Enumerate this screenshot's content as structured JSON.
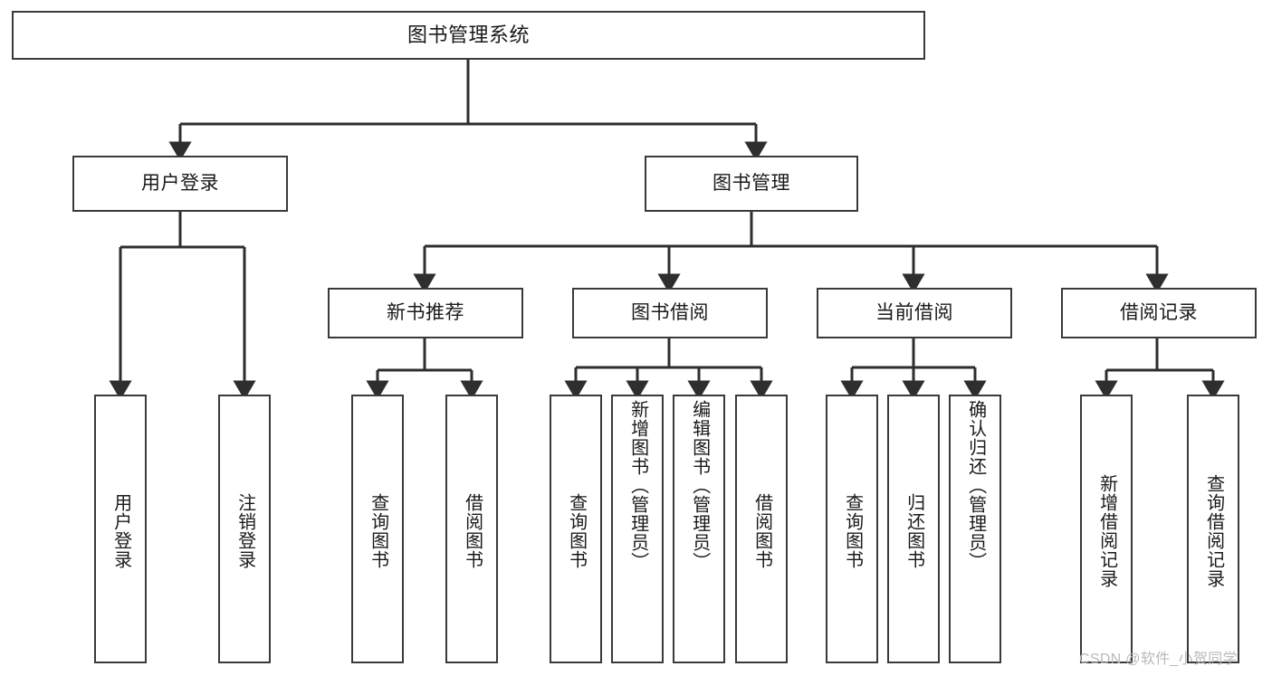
{
  "diagram": {
    "title": "图书管理系统",
    "watermark": "CSDN @软件_小贺同学",
    "style": {
      "border_color": "#3a3a3a",
      "line_color": "#2e2e2e",
      "text_color": "#1a1a1a",
      "background": "#ffffff",
      "watermark_color": "#b9b9b9"
    },
    "nodes": {
      "root": {
        "label": "图书管理系统"
      },
      "level1": [
        {
          "id": "user-login",
          "label": "用户登录"
        },
        {
          "id": "book-manage",
          "label": "图书管理"
        }
      ],
      "level2": [
        {
          "id": "new-book-recommend",
          "label": "新书推荐",
          "parent": "book-manage"
        },
        {
          "id": "book-borrow",
          "label": "图书借阅",
          "parent": "book-manage"
        },
        {
          "id": "current-borrow",
          "label": "当前借阅",
          "parent": "book-manage"
        },
        {
          "id": "borrow-record",
          "label": "借阅记录",
          "parent": "book-manage"
        }
      ],
      "leaves": [
        {
          "id": "leaf-user-login",
          "label": "用户登录",
          "parent": "user-login"
        },
        {
          "id": "leaf-logout-login",
          "label": "注销登录",
          "parent": "user-login"
        },
        {
          "id": "leaf-query-book-1",
          "label": "查询图书",
          "parent": "new-book-recommend"
        },
        {
          "id": "leaf-borrow-book-1",
          "label": "借阅图书",
          "parent": "new-book-recommend"
        },
        {
          "id": "leaf-query-book-2",
          "label": "查询图书",
          "parent": "book-borrow"
        },
        {
          "id": "leaf-add-book",
          "label": "新增图书（管理员）",
          "parent": "book-borrow"
        },
        {
          "id": "leaf-edit-book",
          "label": "编辑图书（管理员）",
          "parent": "book-borrow"
        },
        {
          "id": "leaf-borrow-book-2",
          "label": "借阅图书",
          "parent": "book-borrow"
        },
        {
          "id": "leaf-query-book-3",
          "label": "查询图书",
          "parent": "current-borrow"
        },
        {
          "id": "leaf-return-book",
          "label": "归还图书",
          "parent": "current-borrow"
        },
        {
          "id": "leaf-confirm-return",
          "label": "确认归还（管理员）",
          "parent": "current-borrow"
        },
        {
          "id": "leaf-add-record",
          "label": "新增借阅记录",
          "parent": "borrow-record"
        },
        {
          "id": "leaf-query-record",
          "label": "查询借阅记录",
          "parent": "borrow-record"
        }
      ]
    }
  }
}
